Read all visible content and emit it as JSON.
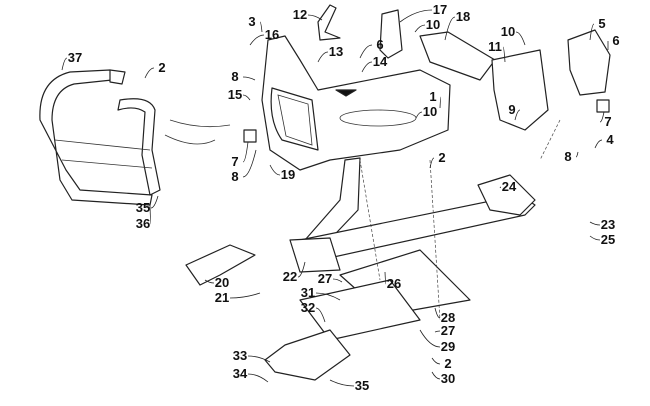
{
  "diagram": {
    "callouts": [
      "37",
      "2",
      "35",
      "36",
      "3",
      "16",
      "12",
      "13",
      "6",
      "14",
      "17",
      "10",
      "18",
      "8",
      "15",
      "1",
      "10",
      "7",
      "8",
      "19",
      "2",
      "11",
      "10",
      "5",
      "6",
      "9",
      "7",
      "4",
      "8",
      "24",
      "23",
      "25",
      "20",
      "21",
      "22",
      "27",
      "26",
      "31",
      "32",
      "28",
      "27",
      "29",
      "2",
      "30",
      "33",
      "34",
      "35"
    ]
  }
}
